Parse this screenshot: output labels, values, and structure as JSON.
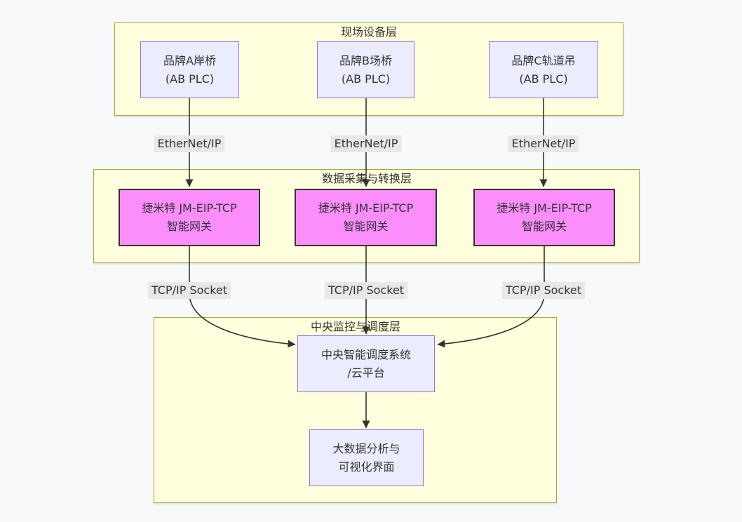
{
  "diagram_type": "flowchart",
  "colors": {
    "page_background": "#f8f9fa",
    "cluster_fill": "#ffffde",
    "cluster_border": "#aaaa33",
    "node_fill": "#ececff",
    "node_border": "#9370db",
    "gateway_fill": "#fc8efc",
    "gateway_border": "#333333",
    "edge_label_background": "#e8e8e8",
    "text": "#333333",
    "arrow": "#333333"
  },
  "clusters": {
    "field": {
      "title": "现场设备层"
    },
    "acquisition": {
      "title": "数据采集与转换层"
    },
    "central": {
      "title": "中央监控与调度层"
    }
  },
  "nodes": {
    "device_a": {
      "line1": "品牌A岸桥",
      "line2": "(AB PLC)"
    },
    "device_b": {
      "line1": "品牌B场桥",
      "line2": "(AB PLC)"
    },
    "device_c": {
      "line1": "品牌C轨道吊",
      "line2": "(AB PLC)"
    },
    "gateway_1": {
      "line1": "捷米特 JM-EIP-TCP",
      "line2": "智能网关"
    },
    "gateway_2": {
      "line1": "捷米特 JM-EIP-TCP",
      "line2": "智能网关"
    },
    "gateway_3": {
      "line1": "捷米特 JM-EIP-TCP",
      "line2": "智能网关"
    },
    "dispatch": {
      "line1": "中央智能调度系统",
      "line2": "/云平台"
    },
    "bigdata": {
      "line1": "大数据分析与",
      "line2": "可视化界面"
    }
  },
  "edges": [
    {
      "from": "device_a",
      "to": "gateway_1",
      "label": "EtherNet/IP"
    },
    {
      "from": "device_b",
      "to": "gateway_2",
      "label": "EtherNet/IP"
    },
    {
      "from": "device_c",
      "to": "gateway_3",
      "label": "EtherNet/IP"
    },
    {
      "from": "gateway_1",
      "to": "dispatch",
      "label": "TCP/IP Socket"
    },
    {
      "from": "gateway_2",
      "to": "dispatch",
      "label": "TCP/IP Socket"
    },
    {
      "from": "gateway_3",
      "to": "dispatch",
      "label": "TCP/IP Socket"
    },
    {
      "from": "dispatch",
      "to": "bigdata",
      "label": ""
    }
  ]
}
